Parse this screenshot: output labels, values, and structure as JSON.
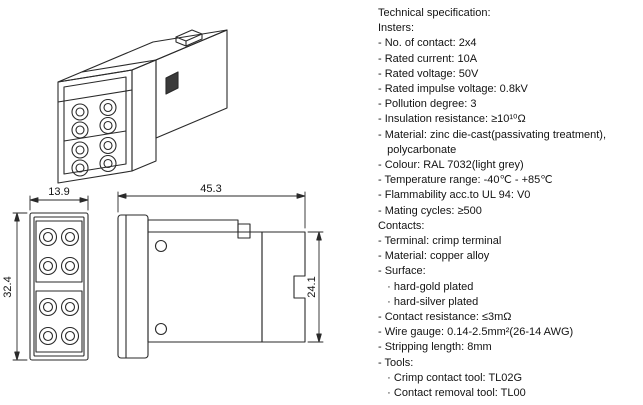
{
  "spec": {
    "lines": [
      "Technical specification:",
      "Insters:",
      "- No. of contact: 2x4",
      "- Rated current: 10A",
      "- Rated voltage: 50V",
      "- Rated impulse voltage: 0.8kV",
      "- Pollution degree: 3",
      "- Insulation resistance: ≥10¹⁰Ω",
      "- Material: zinc die-cast(passivating treatment),",
      "   polycarbonate",
      "- Colour: RAL 7032(light grey)",
      "- Temperature range: -40℃ - +85℃",
      "- Flammability acc.to UL 94: V0",
      "- Mating cycles: ≥500",
      "Contacts:",
      "- Terminal: crimp terminal",
      "- Material: copper alloy",
      "- Surface:",
      "   · hard-gold plated",
      "   · hard-silver plated",
      "- Contact resistance: ≤3mΩ",
      "- Wire gauge: 0.14-2.5mm²(26-14 AWG)",
      "- Stripping length: 8mm",
      "- Tools:",
      "   · Crimp contact tool: TL02G",
      "   · Contact removal tool: TL00"
    ]
  },
  "drawings": {
    "front_view": {
      "width": "13.9",
      "height": "32.4"
    },
    "side_view": {
      "length": "45.3",
      "height": "24.1"
    }
  },
  "colors": {
    "line": "#2a2a2a",
    "text": "#131313",
    "background": "#ffffff"
  }
}
